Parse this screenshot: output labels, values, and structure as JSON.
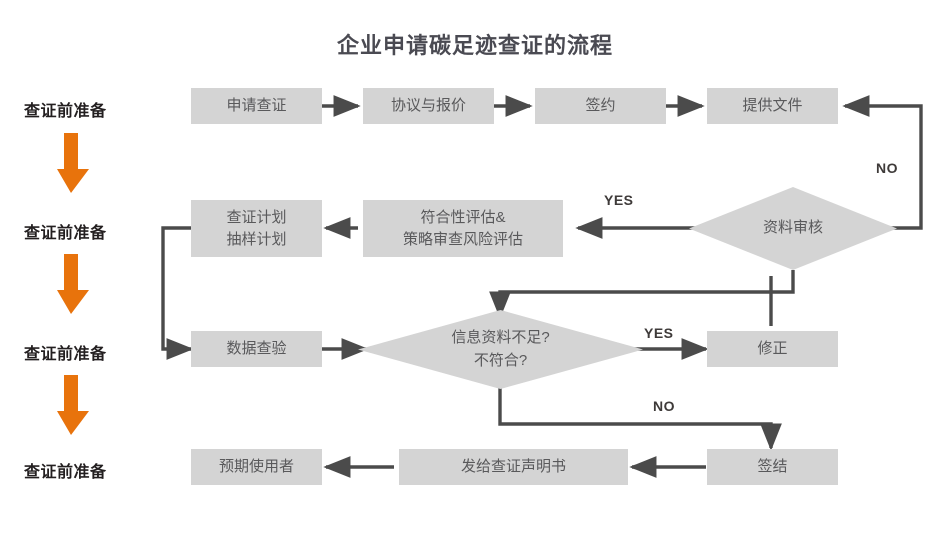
{
  "title": "企业申请碳足迹查证的流程",
  "colors": {
    "node_fill": "#d4d4d4",
    "node_text": "#59595b",
    "wire": "#4b4b4b",
    "accent_orange": "#e8730c",
    "title_text": "#4a4a52",
    "label_text": "#231f20",
    "background": "#ffffff"
  },
  "stage_labels": [
    {
      "text": "查证前准备"
    },
    {
      "text": "查证前准备"
    },
    {
      "text": "查证前准备"
    },
    {
      "text": "查证前准备"
    }
  ],
  "nodes": {
    "apply": "申请查证",
    "agreement": "协议与报价",
    "contract": "签约",
    "provide_docs": "提供文件",
    "doc_review": "资料审核",
    "assessment_line1": "符合性评估&",
    "assessment_line2": "策略审查风险评估",
    "plan_line1": "查证计划",
    "plan_line2": "抽样计划",
    "data_check": "数据查验",
    "insufficient_line1": "信息资料不足?",
    "insufficient_line2": "不符合?",
    "correction": "修正",
    "closure": "签结",
    "issue_statement": "发给查证声明书",
    "intended_user": "预期使用者"
  },
  "edge_labels": {
    "no_top": "NO",
    "yes_review": "YES",
    "yes_insufficient": "YES",
    "no_bottom": "NO"
  },
  "chart_data": {
    "type": "flowchart",
    "title": "企业申请碳足迹查证的流程",
    "nodes": [
      {
        "id": "apply",
        "label": "申请查证",
        "shape": "rect",
        "row": 1
      },
      {
        "id": "agreement",
        "label": "协议与报价",
        "shape": "rect",
        "row": 1
      },
      {
        "id": "contract",
        "label": "签约",
        "shape": "rect",
        "row": 1
      },
      {
        "id": "provide_docs",
        "label": "提供文件",
        "shape": "rect",
        "row": 1
      },
      {
        "id": "doc_review",
        "label": "资料审核",
        "shape": "diamond",
        "row": 2
      },
      {
        "id": "assessment",
        "label": "符合性评估&\n策略审查风险评估",
        "shape": "rect",
        "row": 2
      },
      {
        "id": "plan",
        "label": "查证计划\n抽样计划",
        "shape": "rect",
        "row": 2
      },
      {
        "id": "data_check",
        "label": "数据查验",
        "shape": "rect",
        "row": 3
      },
      {
        "id": "insufficient",
        "label": "信息资料不足?\n不符合?",
        "shape": "diamond",
        "row": 3
      },
      {
        "id": "correction",
        "label": "修正",
        "shape": "rect",
        "row": 3
      },
      {
        "id": "closure",
        "label": "签结",
        "shape": "rect",
        "row": 4
      },
      {
        "id": "issue_statement",
        "label": "发给查证声明书",
        "shape": "rect",
        "row": 4
      },
      {
        "id": "intended_user",
        "label": "预期使用者",
        "shape": "rect",
        "row": 4
      }
    ],
    "edges": [
      {
        "from": "apply",
        "to": "agreement",
        "label": ""
      },
      {
        "from": "agreement",
        "to": "contract",
        "label": ""
      },
      {
        "from": "contract",
        "to": "provide_docs",
        "label": ""
      },
      {
        "from": "provide_docs",
        "to": "doc_review",
        "label": ""
      },
      {
        "from": "doc_review",
        "to": "provide_docs",
        "label": "NO"
      },
      {
        "from": "doc_review",
        "to": "assessment",
        "label": "YES"
      },
      {
        "from": "assessment",
        "to": "plan",
        "label": ""
      },
      {
        "from": "plan",
        "to": "data_check",
        "label": ""
      },
      {
        "from": "data_check",
        "to": "insufficient",
        "label": ""
      },
      {
        "from": "doc_review",
        "to": "insufficient",
        "label": ""
      },
      {
        "from": "insufficient",
        "to": "correction",
        "label": "YES"
      },
      {
        "from": "correction",
        "to": "insufficient",
        "label": ""
      },
      {
        "from": "insufficient",
        "to": "closure",
        "label": "NO"
      },
      {
        "from": "closure",
        "to": "issue_statement",
        "label": ""
      },
      {
        "from": "issue_statement",
        "to": "intended_user",
        "label": ""
      }
    ]
  }
}
